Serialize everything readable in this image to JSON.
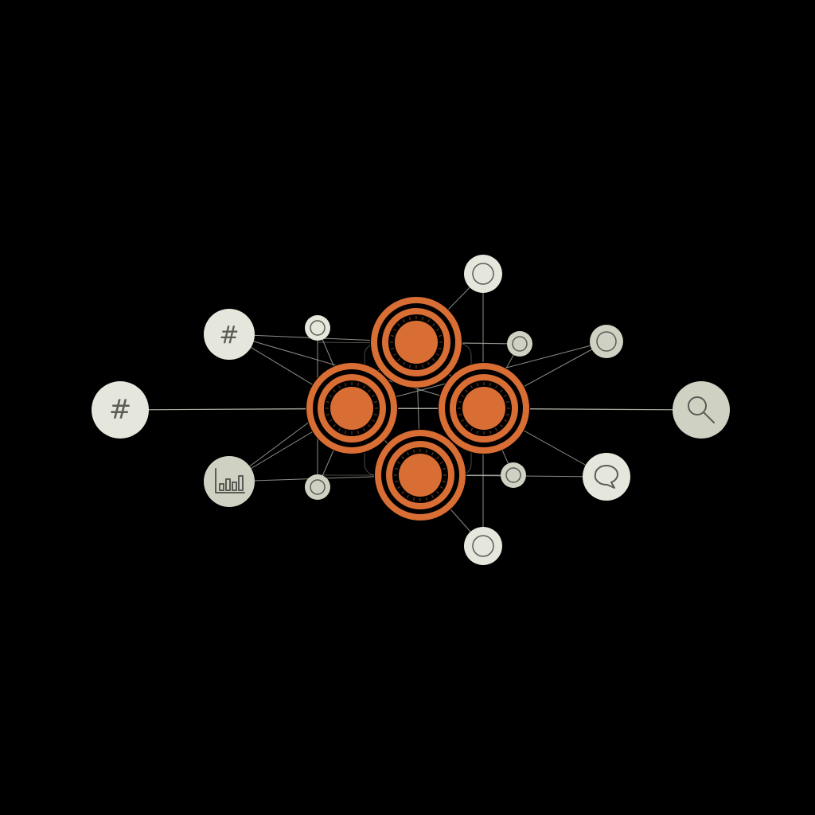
{
  "colors": {
    "background": "#000000",
    "hub_orange": "#d96e35",
    "node_light": "#e6e7dc",
    "node_mid": "#cfd2c3",
    "edge": "#b9bcb2",
    "icon_stroke": "#5a5c55"
  },
  "nodes": {
    "hubs": [
      {
        "id": "hub-top"
      },
      {
        "id": "hub-left"
      },
      {
        "id": "hub-right"
      },
      {
        "id": "hub-bottom"
      }
    ],
    "icons": [
      {
        "id": "hashtag-large",
        "icon": "hashtag-icon",
        "glyph": "#"
      },
      {
        "id": "hashtag-small",
        "icon": "hashtag-icon",
        "glyph": "#"
      },
      {
        "id": "chart",
        "icon": "bar-chart-icon"
      },
      {
        "id": "search",
        "icon": "search-icon"
      },
      {
        "id": "chat",
        "icon": "speech-bubble-icon"
      }
    ],
    "small": [
      {
        "id": "small-top"
      },
      {
        "id": "small-bottom"
      },
      {
        "id": "small-upper-left"
      },
      {
        "id": "small-lower-left"
      },
      {
        "id": "small-upper-mid"
      },
      {
        "id": "small-lower-mid"
      },
      {
        "id": "small-upper-right"
      }
    ]
  }
}
